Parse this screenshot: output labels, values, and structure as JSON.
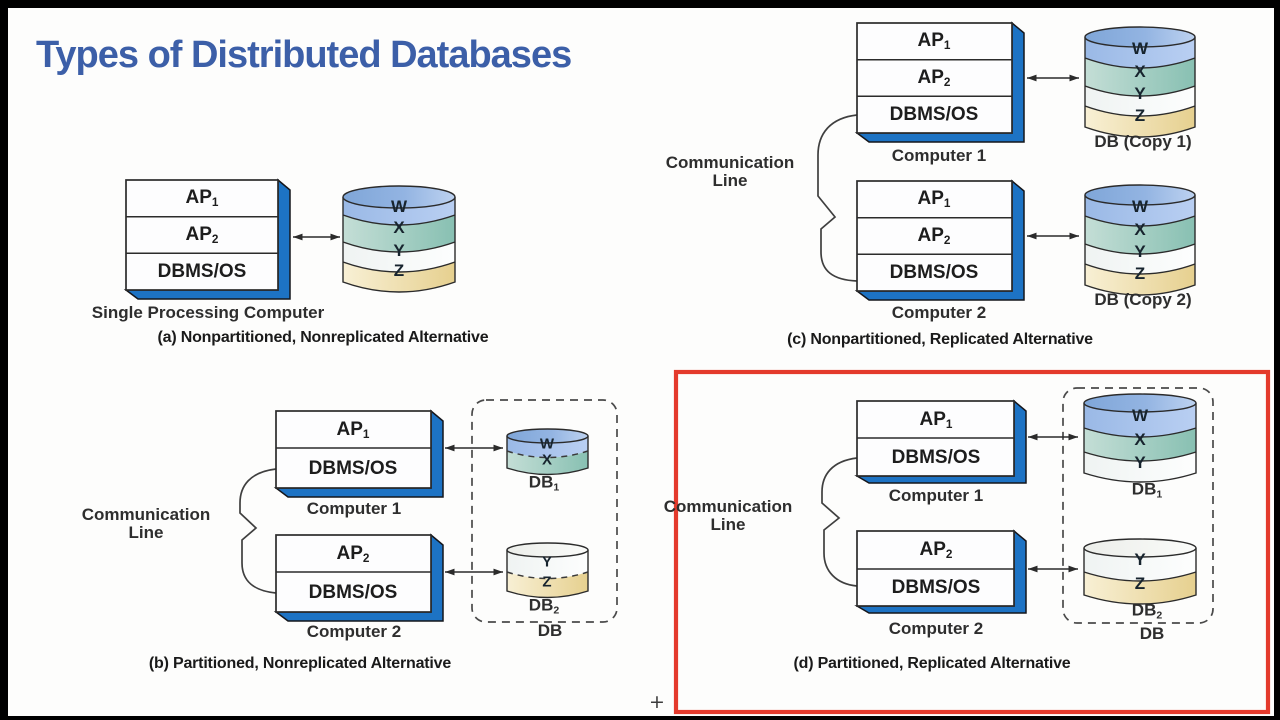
{
  "title": "Types of Distributed Databases",
  "colors": {
    "title_blue": "#3c5fa8",
    "extrude_blue": "#1d73c4",
    "band_w_blue": "#a9c3ea",
    "band_x_teal": "#9ccdbf",
    "band_y_white": "#fafcfb",
    "band_z_cream": "#f2e6c0",
    "highlight_red": "#e43a2c",
    "line_dark": "#2b2b2b"
  },
  "shared": {
    "ap_main": "AP",
    "sub1": "1",
    "sub2": "2",
    "dbms_os": "DBMS/OS",
    "computer1_label": "Computer 1",
    "computer2_label": "Computer 2",
    "communication": "Communication",
    "line_word": "Line",
    "db_main": "DB",
    "bands": {
      "w": "W",
      "x": "X",
      "y": "Y",
      "z": "Z"
    }
  },
  "panel_a": {
    "caption": "(a) Nonpartitioned, Nonreplicated Alternative",
    "computer_label": "Single Processing Computer"
  },
  "panel_b": {
    "caption": "(b) Partitioned, Nonreplicated Alternative",
    "db_group_label": "DB"
  },
  "panel_c": {
    "caption": "(c) Nonpartitioned, Replicated Alternative",
    "db_copy1_label": "DB (Copy 1)",
    "db_copy2_label": "DB (Copy 2)"
  },
  "panel_d": {
    "caption": "(d) Partitioned, Replicated Alternative",
    "db_group_label": "DB"
  },
  "cursor_glyph": "+"
}
